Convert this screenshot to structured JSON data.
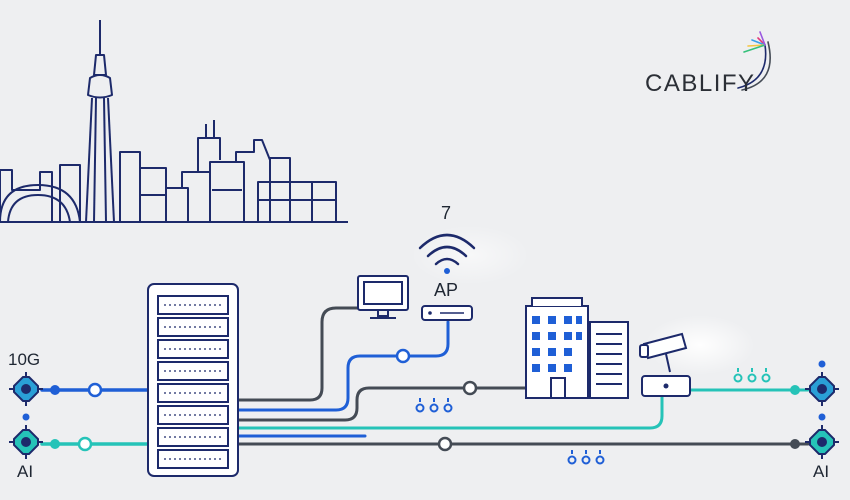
{
  "brand": {
    "name": "CABLIFY"
  },
  "labels": {
    "speed": "10G",
    "left_bottom": "AI",
    "right_bottom": "AI",
    "ap": "AP",
    "wifi_version": "7"
  },
  "colors": {
    "navy": "#1d2a6b",
    "blue": "#1f5fd6",
    "teal": "#25c3b8",
    "gray": "#444b55",
    "fiber": [
      "#e0397a",
      "#3aa0e8",
      "#f5c542",
      "#34c07a",
      "#9a58e0"
    ]
  },
  "icons": [
    "toronto-skyline-icon",
    "server-rack-icon",
    "monitor-icon",
    "wifi-icon",
    "access-point-icon",
    "office-building-icon",
    "security-camera-icon",
    "network-node-icon",
    "fiber-cable-icon"
  ]
}
